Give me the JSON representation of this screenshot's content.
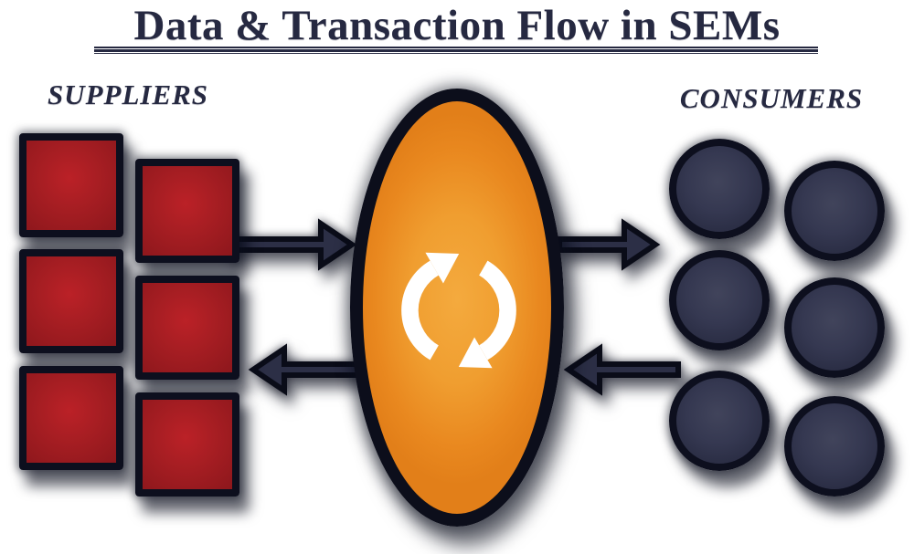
{
  "title": "Data & Transaction Flow in SEMs",
  "suppliers": {
    "label": "SUPPLIERS",
    "node_shape": "square",
    "node_count": 6,
    "node_color": "#a81e23"
  },
  "consumers": {
    "label": "CONSUMERS",
    "node_shape": "circle",
    "node_count": 6,
    "node_color": "#353851"
  },
  "hub": {
    "shape": "ellipse",
    "color": "#ee9a2c",
    "icon": "sync-cycle-icon",
    "icon_color": "#ffffff"
  },
  "flows": [
    {
      "from": "suppliers",
      "to": "hub",
      "direction": "right"
    },
    {
      "from": "hub",
      "to": "suppliers",
      "direction": "left"
    },
    {
      "from": "hub",
      "to": "consumers",
      "direction": "right"
    },
    {
      "from": "consumers",
      "to": "hub",
      "direction": "left"
    }
  ],
  "colors": {
    "text_navy": "#262941",
    "outline": "#0d0f1e",
    "arrow_fill": "#2c2f46",
    "background": "#ffffff"
  }
}
